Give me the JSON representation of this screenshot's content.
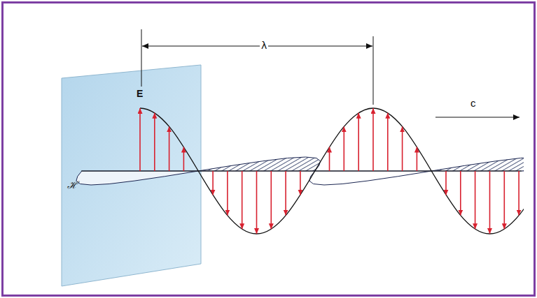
{
  "diagram": {
    "labels": [
      "E",
      "λ",
      "c",
      "ℋ"
    ]
  }
}
